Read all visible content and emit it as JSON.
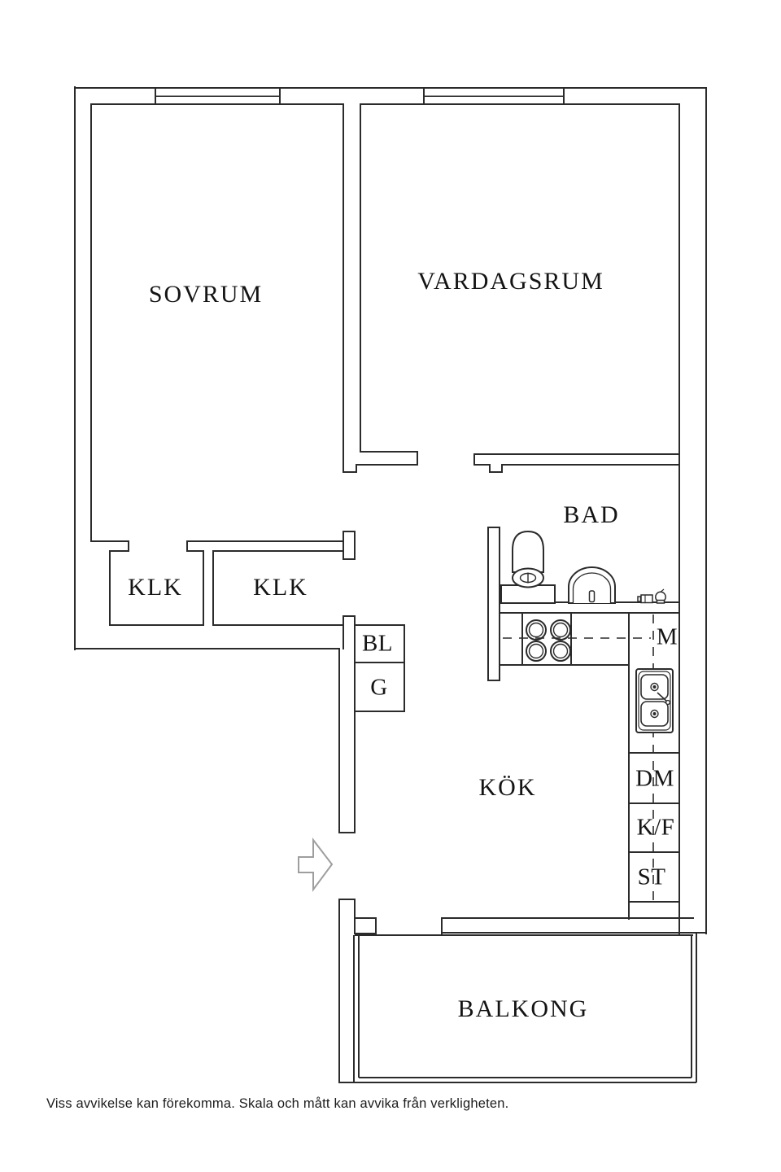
{
  "plan": {
    "type": "apartment-floor-plan",
    "colors": {
      "line": "#2b2b2b",
      "entrance_arrow": "#9e9e9e",
      "text": "#141414",
      "background": "#ffffff"
    },
    "rooms": {
      "sovrum": "SOVRUM",
      "vardagsrum": "VARDAGSRUM",
      "bad": "BAD",
      "klk_left": "KLK",
      "klk_right": "KLK",
      "kok": "KÖK",
      "balkong": "BALKONG"
    },
    "fixtures": {
      "bl": "BL",
      "g": "G",
      "m": "M",
      "dm": "DM",
      "kf": "K/F",
      "st": "ST"
    },
    "icons": [
      "window-icon",
      "toilet-icon",
      "bathroom-sink-icon",
      "washer-valves-icon",
      "stove-icon",
      "kitchen-sink-icon",
      "entrance-arrow-icon",
      "balcony-railing"
    ]
  },
  "footer": {
    "disclaimer": "Viss avvikelse kan förekomma. Skala och mått kan avvika från verkligheten."
  }
}
